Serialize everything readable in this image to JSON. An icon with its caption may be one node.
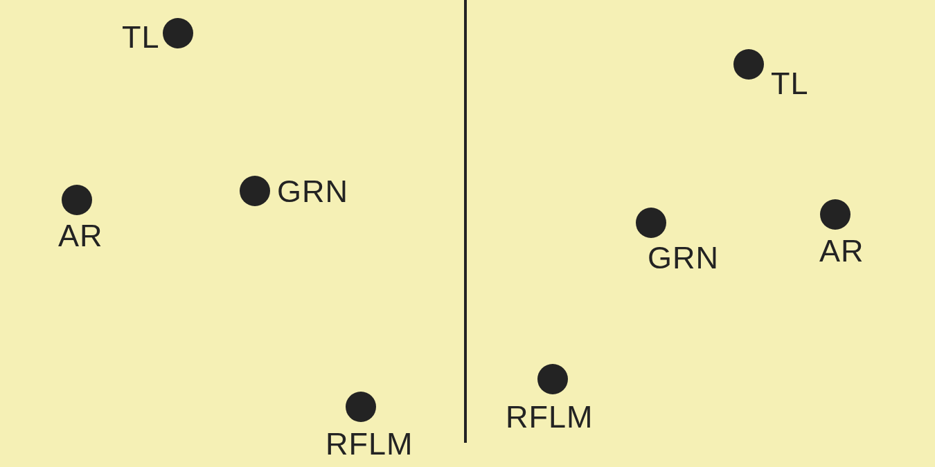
{
  "diagram": {
    "labels": [
      "TL",
      "GRN",
      "AR",
      "RFLM",
      "TL",
      "GRN",
      "AR",
      "RFLM"
    ]
  }
}
